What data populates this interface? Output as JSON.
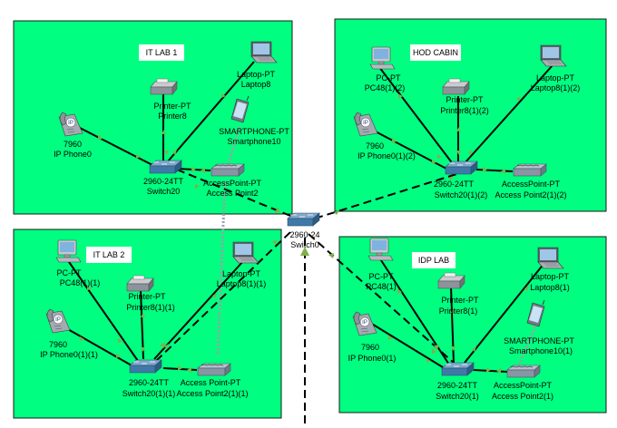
{
  "colors": {
    "room_fill": "#00ff80",
    "room_border": "#1a1a1a",
    "link": "#000000",
    "link_up": "#7fb04a",
    "wireless": "#9aa0a8"
  },
  "rooms": [
    {
      "title": "IT LAB 1"
    },
    {
      "title": "HOD CABIN"
    },
    {
      "title": "IT LAB 2"
    },
    {
      "title": "IDP LAB"
    }
  ],
  "devices": {
    "it1_laptop": {
      "icon": "laptop-icon",
      "type": "Laptop-PT",
      "name": "Laptop8"
    },
    "it1_printer": {
      "icon": "printer-icon",
      "type": "Printer-PT",
      "name": "Printer8"
    },
    "it1_phone": {
      "icon": "smartphone-icon",
      "type": "SMARTPHONE-PT",
      "name": "Smartphone10"
    },
    "it1_ipphone": {
      "icon": "ip-phone-icon",
      "type": "7960",
      "name": "IP Phone0"
    },
    "it1_switch": {
      "icon": "switch-icon",
      "type": "2960-24TT",
      "name": "Switch20"
    },
    "it1_ap": {
      "icon": "access-point-icon",
      "type": "AccessPoint-PT",
      "name": "Access Point2"
    },
    "hod_pc": {
      "icon": "pc-icon",
      "type": "PC-PT",
      "name": "PC48(1)(2)"
    },
    "hod_laptop": {
      "icon": "laptop-icon",
      "type": "Laptop-PT",
      "name": "Laptop8(1)(2)"
    },
    "hod_printer": {
      "icon": "printer-icon",
      "type": "Printer-PT",
      "name": "Printer8(1)(2)"
    },
    "hod_ipphone": {
      "icon": "ip-phone-icon",
      "type": "7960",
      "name": "IP Phone0(1)(2)"
    },
    "hod_switch": {
      "icon": "switch-icon",
      "type": "2960-24TT",
      "name": "Switch20(1)(2)"
    },
    "hod_ap": {
      "icon": "access-point-icon",
      "type": "AccessPoint-PT",
      "name": "Access Point2(1)(2)"
    },
    "it2_pc": {
      "icon": "pc-icon",
      "type": "PC-PT",
      "name": "PC48(1)(1)"
    },
    "it2_laptop": {
      "icon": "laptop-icon",
      "type": "Laptop-PT",
      "name": "Laptop8(1)(1)"
    },
    "it2_printer": {
      "icon": "printer-icon",
      "type": "Printer-PT",
      "name": "Printer8(1)(1)"
    },
    "it2_ipphone": {
      "icon": "ip-phone-icon",
      "type": "7960",
      "name": "IP Phone0(1)(1)"
    },
    "it2_switch": {
      "icon": "switch-icon",
      "type": "2960-24TT",
      "name": "Switch20(1)(1)"
    },
    "it2_ap": {
      "icon": "access-point-icon",
      "type": "Access Point-PT",
      "name": "Access Point2(1)(1)"
    },
    "idp_pc": {
      "icon": "pc-icon",
      "type": "PC-PT",
      "name": "PC48(1)"
    },
    "idp_laptop": {
      "icon": "laptop-icon",
      "type": "Laptop-PT",
      "name": "Laptop8(1)"
    },
    "idp_printer": {
      "icon": "printer-icon",
      "type": "Printer-PT",
      "name": "Printer8(1)"
    },
    "idp_phone": {
      "icon": "smartphone-icon",
      "type": "SMARTPHONE-PT",
      "name": "Smartphone10(1)"
    },
    "idp_ipphone": {
      "icon": "ip-phone-icon",
      "type": "7960",
      "name": "IP Phone0(1)"
    },
    "idp_switch": {
      "icon": "switch-icon",
      "type": "2960-24TT",
      "name": "Switch20(1)"
    },
    "idp_ap": {
      "icon": "access-point-icon",
      "type": "AccessPoint-PT",
      "name": "Access Point2(1)"
    },
    "core": {
      "icon": "switch-icon",
      "type": "2960-24",
      "name": "Switch0"
    }
  }
}
